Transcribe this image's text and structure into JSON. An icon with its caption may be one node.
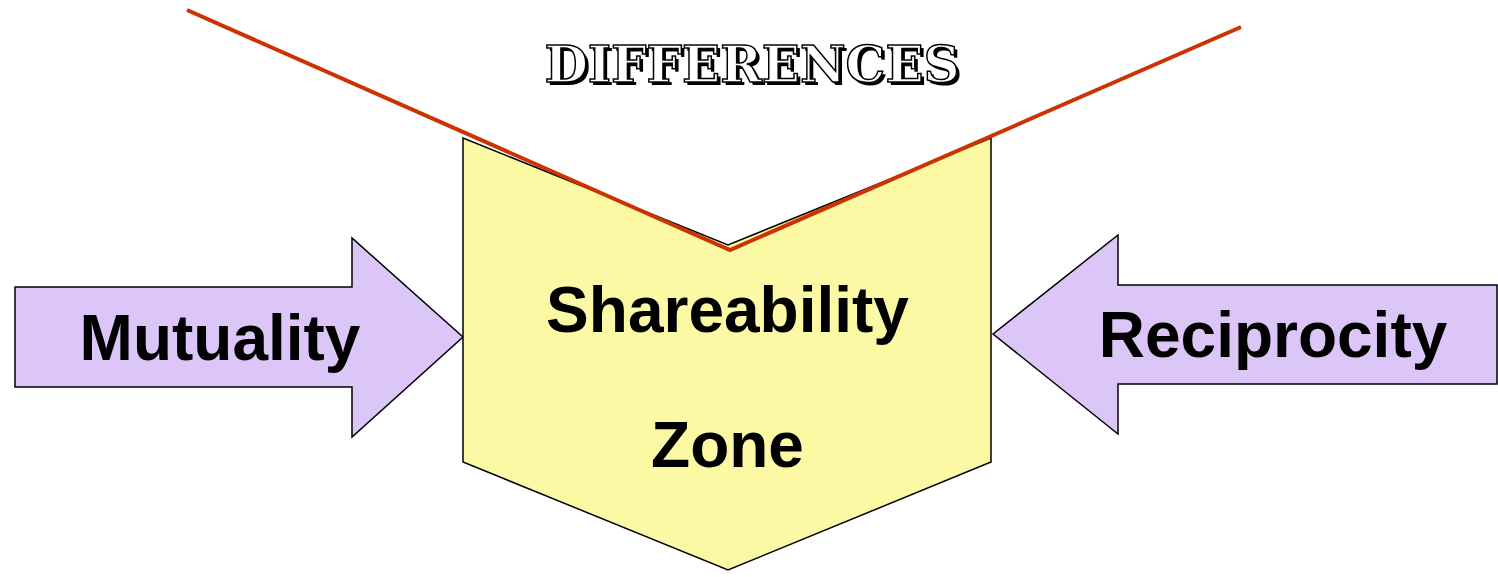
{
  "diagram": {
    "nodes": [
      {
        "text": [
          "Mutuality"
        ]
      },
      {
        "text": [
          "Shareability Zone"
        ]
      },
      {
        "text": [
          "Reciprocity"
        ]
      }
    ],
    "labels": [
      "DIFFERENCES"
    ]
  }
}
